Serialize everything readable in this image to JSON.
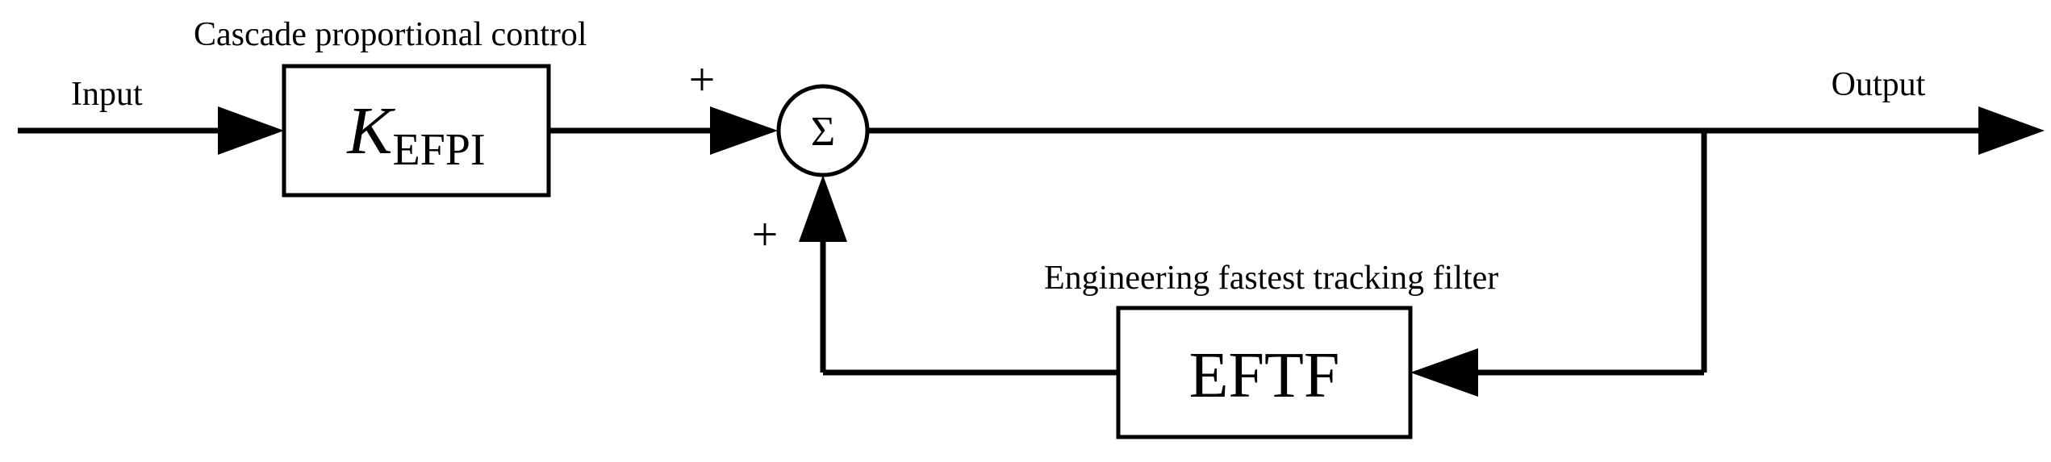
{
  "labels": {
    "input": "Input",
    "output": "Output",
    "cascade_caption": "Cascade proportional control",
    "filter_caption": "Engineering fastest tracking filter",
    "plus_top": "+",
    "plus_left": "+"
  },
  "blocks": {
    "gain": {
      "symbol": "K",
      "subscript": "EFPI"
    },
    "filter": {
      "label": "EFTF"
    }
  },
  "summing_junction": {
    "symbol": "Σ"
  }
}
